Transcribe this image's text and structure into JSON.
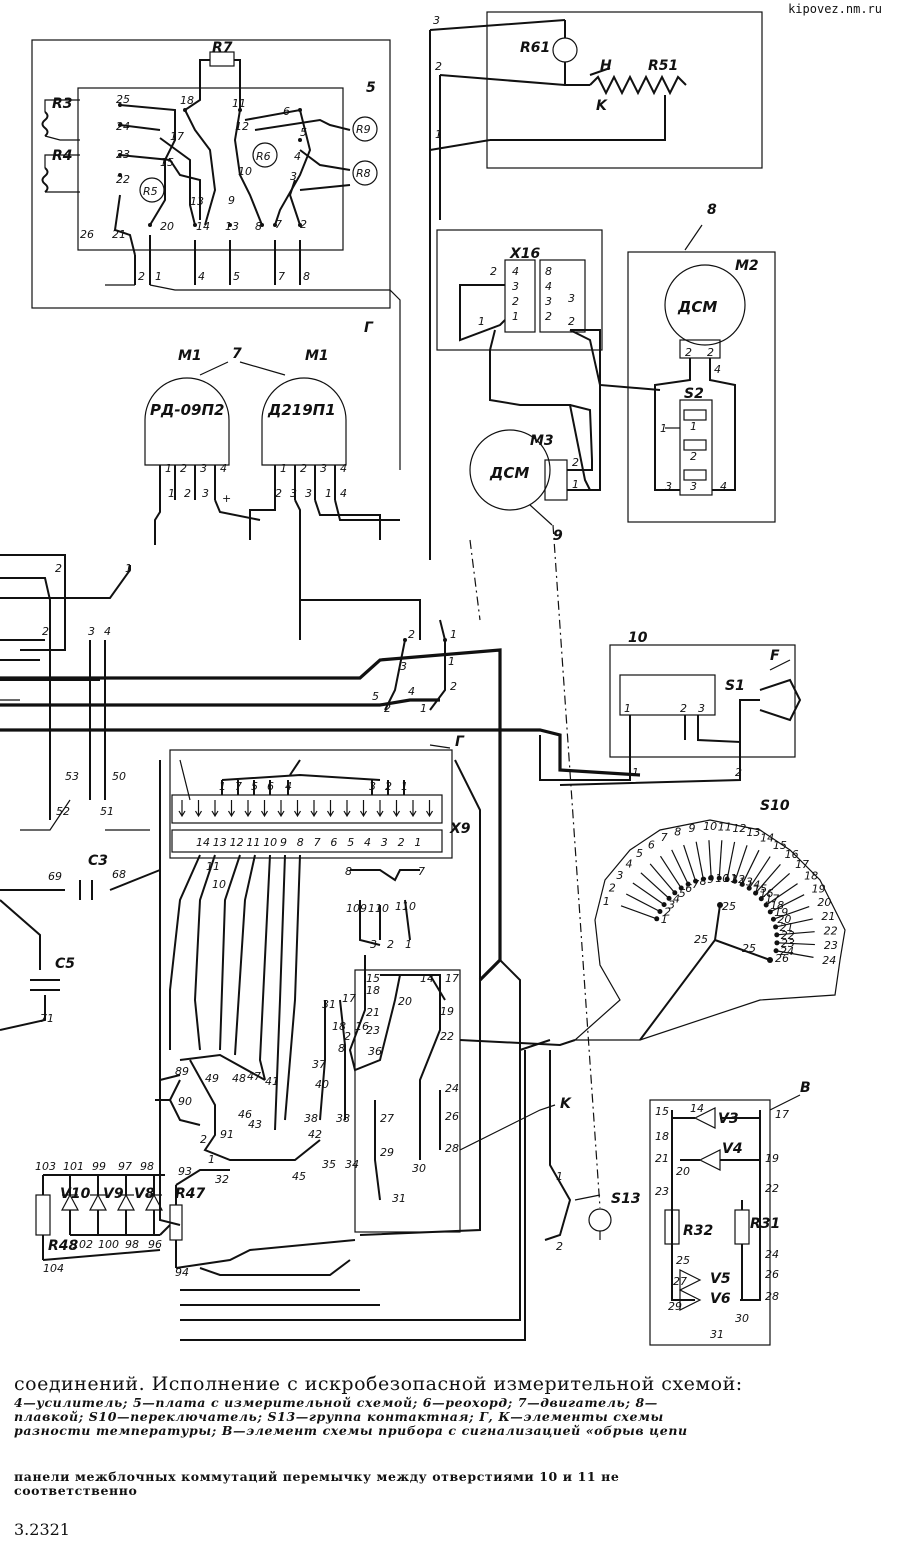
{
  "watermark": "kipovez.nm.ru",
  "labels": {
    "R7": "R7",
    "R3": "R3",
    "R4": "R4",
    "R5": "R5",
    "R6": "R6",
    "R8": "R8",
    "R9": "R9",
    "R61": "R61",
    "R51": "R51",
    "H": "H",
    "K": "K",
    "board5": "5",
    "boardG": "Г",
    "X16": "X16",
    "M1": "M1",
    "M2": "M2",
    "M3": "M3",
    "S2": "S2",
    "motorA": "РД-09П2",
    "motorB": "Д219П1",
    "dsm": "ДСМ",
    "n7": "7",
    "n8": "8",
    "n9": "9",
    "n10": "10",
    "S1": "S1",
    "F": "F",
    "S10": "S10",
    "X9": "X9",
    "C3": "C3",
    "C5": "C5",
    "R47": "R47",
    "R48": "R48",
    "R31": "R31",
    "R32": "R32",
    "V3": "V3",
    "V4": "V4",
    "V5": "V5",
    "V6": "V6",
    "V8": "V8",
    "V9": "V9",
    "V10": "V10",
    "S13": "S13",
    "B": "В",
    "Kelem": "K",
    "G2": "Г"
  },
  "s10_numbers": [
    "1",
    "2",
    "3",
    "4",
    "5",
    "6",
    "7",
    "8",
    "9",
    "10",
    "11",
    "12",
    "13",
    "14",
    "15",
    "16",
    "17",
    "18",
    "19",
    "20",
    "21",
    "22",
    "23",
    "24"
  ],
  "x9_top_pins": [
    "1",
    "7",
    "5",
    "6",
    "4",
    "3",
    "2",
    "1"
  ],
  "x9_bottom_pins": [
    "14",
    "13",
    "12",
    "11",
    "10",
    "9",
    "8",
    "7",
    "6",
    "5",
    "4",
    "3",
    "2",
    "1"
  ],
  "caption": {
    "lead": "соединений. Исполнение с искробезопасной измерительной схемой:",
    "body_lines": [
      "4—усилитель; 5—плата с измерительной схемой; 6—реохорд; 7—двигатель; 8—",
      "плавкой; S10—переключатель; S13—группа контактная; Г, К—элементы схемы",
      "разности температуры; В—элемент схемы прибора с сигнализацией «обрыв цепи"
    ],
    "note_lines": [
      "панели межблочных коммутаций перемычку   между отверстиями 10 и 11 не",
      "соответственно"
    ],
    "page": "3.2321"
  }
}
